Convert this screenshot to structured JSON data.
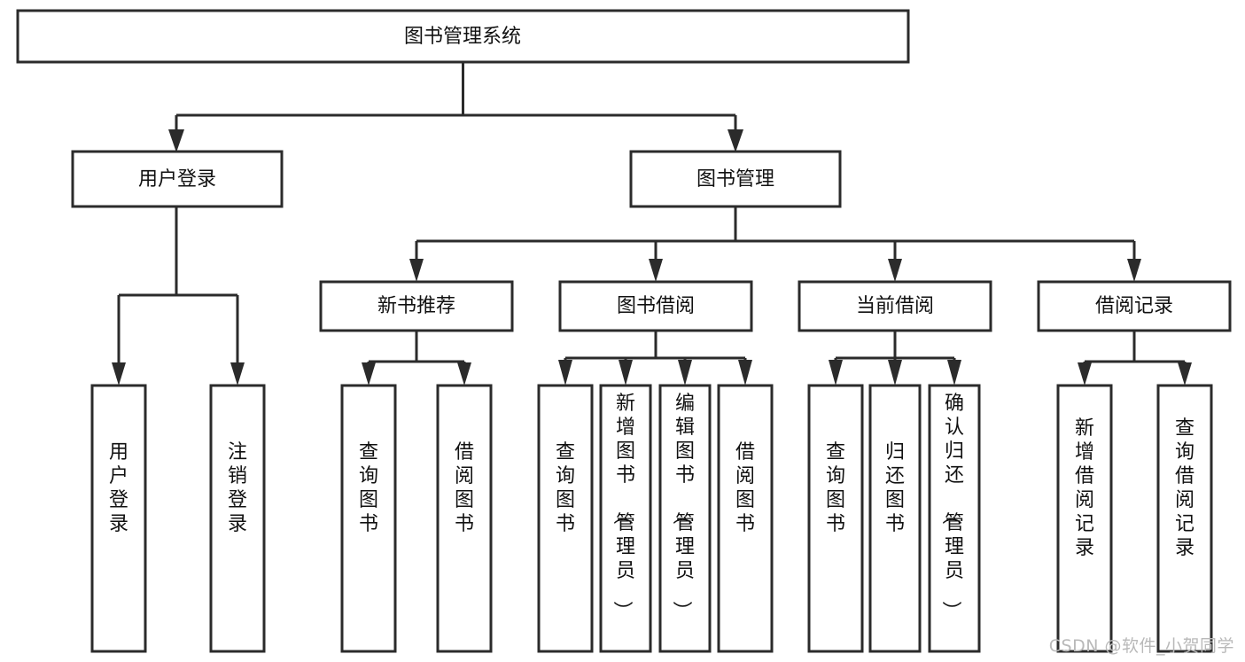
{
  "diagram": {
    "type": "tree",
    "title": "图书管理系统",
    "watermark": "CSDN @软件_小贺同学",
    "colors": {
      "stroke": "#2b2b2b",
      "fill": "#ffffff",
      "text": "#111111",
      "watermark": "#b9b9b9"
    },
    "levels": {
      "root": {
        "label": "图书管理系统"
      },
      "level2": [
        {
          "id": "user-login",
          "label": "用户登录"
        },
        {
          "id": "book-manage",
          "label": "图书管理"
        }
      ],
      "level3": [
        {
          "id": "new-book-recommend",
          "label": "新书推荐",
          "parent": "book-manage"
        },
        {
          "id": "book-borrow",
          "label": "图书借阅",
          "parent": "book-manage"
        },
        {
          "id": "current-borrow",
          "label": "当前借阅",
          "parent": "book-manage"
        },
        {
          "id": "borrow-record",
          "label": "借阅记录",
          "parent": "book-manage"
        }
      ],
      "leaves": [
        {
          "id": "leaf-user-login",
          "label": "用户登录",
          "parent": "user-login"
        },
        {
          "id": "leaf-logout",
          "label": "注销登录",
          "parent": "user-login"
        },
        {
          "id": "leaf-query-book-1",
          "label": "查询图书",
          "parent": "new-book-recommend"
        },
        {
          "id": "leaf-borrow-book-1",
          "label": "借阅图书",
          "parent": "new-book-recommend"
        },
        {
          "id": "leaf-query-book-2",
          "label": "查询图书",
          "parent": "book-borrow"
        },
        {
          "id": "leaf-add-book",
          "label": "新增图书（管理员）",
          "parent": "book-borrow"
        },
        {
          "id": "leaf-edit-book",
          "label": "编辑图书（管理员）",
          "parent": "book-borrow"
        },
        {
          "id": "leaf-borrow-book-2",
          "label": "借阅图书",
          "parent": "book-borrow"
        },
        {
          "id": "leaf-query-book-3",
          "label": "查询图书",
          "parent": "current-borrow"
        },
        {
          "id": "leaf-return-book",
          "label": "归还图书",
          "parent": "current-borrow"
        },
        {
          "id": "leaf-confirm-return",
          "label": "确认归还（管理员）",
          "parent": "current-borrow"
        },
        {
          "id": "leaf-add-record",
          "label": "新增借阅记录",
          "parent": "borrow-record"
        },
        {
          "id": "leaf-query-record",
          "label": "查询借阅记录",
          "parent": "borrow-record"
        }
      ]
    }
  }
}
